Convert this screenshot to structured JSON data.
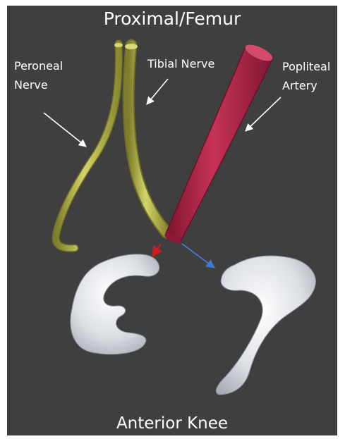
{
  "title": "Proximal/Femur",
  "footer": "Anterior Knee",
  "labels": {
    "peroneal_line1": "Peroneal",
    "peroneal_line2": "Nerve",
    "tibial": "Tibial Nerve",
    "popliteal_line1": "Popliteal",
    "popliteal_line2": "Artery"
  },
  "colors": {
    "background": "#3f3f3f",
    "nerve": "#b9b84a",
    "artery": "#a8203f",
    "meniscus": "#e6e8ec",
    "label_arrow": "#ffffff",
    "blue_arrow": "#3f7ad0",
    "red_arrow": "#d01c1c"
  }
}
